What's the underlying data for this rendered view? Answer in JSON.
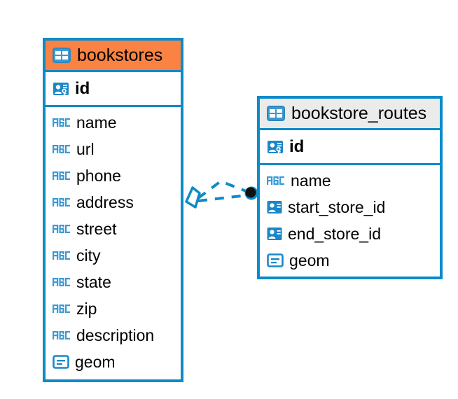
{
  "diagram": {
    "type": "entity-relationship",
    "background": "#ffffff",
    "accent_color": "#0c8bc9",
    "selected_color": "#fa8243",
    "header_color": "#ebebeb"
  },
  "entities": [
    {
      "name": "bookstores",
      "header_state": "selected",
      "icon": "table-icon",
      "primary_key": {
        "label": "id",
        "icon": "primary-key-icon"
      },
      "fields": [
        {
          "label": "name",
          "icon": "abc-text-icon"
        },
        {
          "label": "url",
          "icon": "abc-text-icon"
        },
        {
          "label": "phone",
          "icon": "abc-text-icon"
        },
        {
          "label": "address",
          "icon": "abc-text-icon"
        },
        {
          "label": "street",
          "icon": "abc-text-icon"
        },
        {
          "label": "city",
          "icon": "abc-text-icon"
        },
        {
          "label": "state",
          "icon": "abc-text-icon"
        },
        {
          "label": "zip",
          "icon": "abc-text-icon"
        },
        {
          "label": "description",
          "icon": "abc-text-icon"
        },
        {
          "label": "geom",
          "icon": "geometry-icon"
        }
      ]
    },
    {
      "name": "bookstore_routes",
      "header_state": "normal",
      "icon": "table-icon",
      "primary_key": {
        "label": "id",
        "icon": "primary-key-icon"
      },
      "fields": [
        {
          "label": "name",
          "icon": "abc-text-icon"
        },
        {
          "label": "start_store_id",
          "icon": "foreign-key-icon"
        },
        {
          "label": "end_store_id",
          "icon": "foreign-key-icon"
        },
        {
          "label": "geom",
          "icon": "geometry-icon"
        }
      ]
    }
  ],
  "relationship": {
    "from_entity": "bookstores",
    "to_entity": "bookstore_routes",
    "from_marker": "diamond-many-marker",
    "to_marker": "filled-circle-marker",
    "line_style": "dashed",
    "line_color": "#0c8bc9"
  }
}
